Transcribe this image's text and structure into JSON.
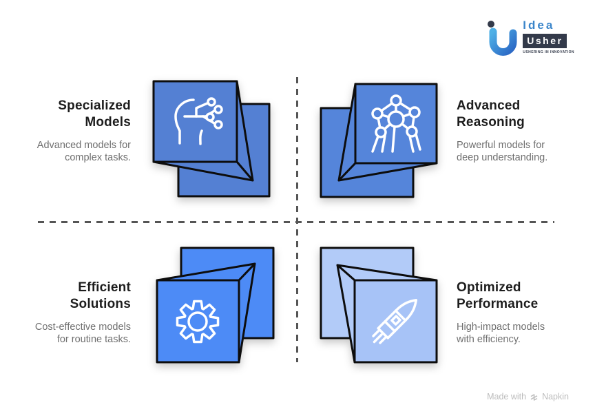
{
  "logo": {
    "brand_top": "Idea",
    "brand_bottom": "Usher",
    "tagline": "USHERING IN INNOVATION"
  },
  "quadrants": [
    {
      "title": "Specialized Models",
      "description": "Advanced models for complex tasks.",
      "icon": "ai-head-circuit-icon",
      "cube_color": "#5480d3"
    },
    {
      "title": "Advanced Reasoning",
      "description": "Powerful models for deep understanding.",
      "icon": "network-nodes-icon",
      "cube_color": "#5585da"
    },
    {
      "title": "Efficient Solutions",
      "description": "Cost-effective models for routine tasks.",
      "icon": "gear-icon",
      "cube_color": "#4d8bf6"
    },
    {
      "title": "Optimized Performance",
      "description": "High-impact models with efficiency.",
      "icon": "rocket-icon",
      "cube_color": "#a7c3f7"
    }
  ],
  "footer": {
    "made_with": "Made with",
    "brand": "Napkin"
  },
  "colors": {
    "cube_border": "#0d0d0d",
    "icon_stroke": "#ffffff",
    "divider": "#555555",
    "heading_text": "#1d1d1d",
    "body_text": "#6f6f6f",
    "logo_blue": "#3a85ca",
    "logo_navy": "#333a4a",
    "footer_text": "#bcbcbc",
    "cube_back_bottom_right": "#b2cbf8"
  }
}
